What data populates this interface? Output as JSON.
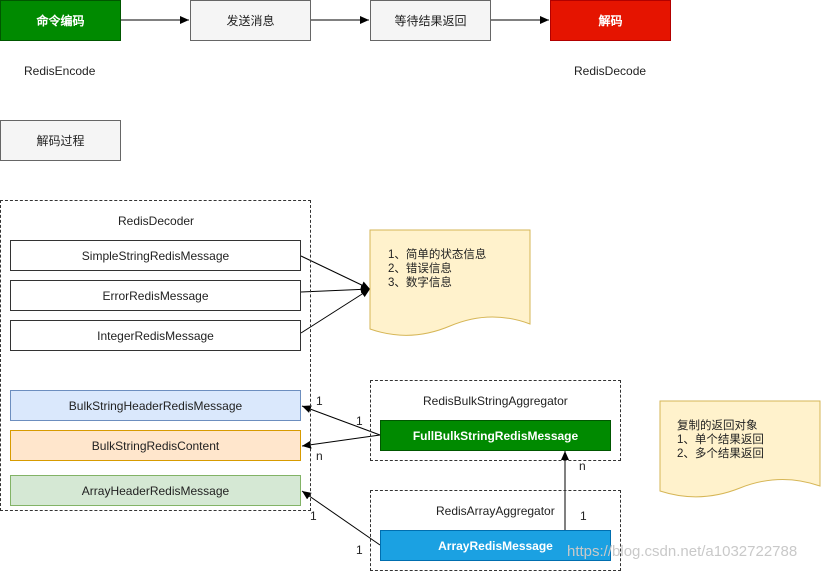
{
  "flow": {
    "encode": "命令编码",
    "send": "发送消息",
    "wait": "等待结果返回",
    "decode": "解码"
  },
  "captions": {
    "redis_encode": "RedisEncode",
    "redis_decode": "RedisDecode"
  },
  "decode_process": "解码过程",
  "decoder": {
    "title": "RedisDecoder",
    "simple": "SimpleStringRedisMessage",
    "error": "ErrorRedisMessage",
    "integer": "IntegerRedisMessage",
    "bulk_header": "BulkStringHeaderRedisMessage",
    "bulk_content": "BulkStringRedisContent",
    "array_header": "ArrayHeaderRedisMessage"
  },
  "note1": {
    "lines": [
      "1、简单的状态信息",
      "2、错误信息",
      "3、数字信息"
    ]
  },
  "bulk_aggregator": {
    "title": "RedisBulkStringAggregator",
    "message": "FullBulkStringRedisMessage"
  },
  "array_aggregator": {
    "title": "RedisArrayAggregator",
    "message": "ArrayRedisMessage"
  },
  "note2": {
    "lines": [
      "复制的返回对象",
      "1、单个结果返回",
      "2、多个结果返回"
    ]
  },
  "labels": {
    "one_a": "1",
    "one_b": "1",
    "n_a": "n",
    "one_c": "1",
    "one_d": "1",
    "n_b": "n",
    "one_e": "1"
  },
  "watermark": "https://blog.csdn.net/a1032722788",
  "colors": {
    "green": "#008a00",
    "red": "#e51400",
    "blue_fill": "#1ba1e2",
    "note_fill": "#fff2cc",
    "note_stroke": "#d6b656",
    "blue_light": "#dae8fc",
    "blue_light_stroke": "#6c8ebf",
    "orange_light": "#ffe6cc",
    "orange_light_stroke": "#d79b00",
    "green_light": "#d5e8d4",
    "green_light_stroke": "#82b366"
  }
}
